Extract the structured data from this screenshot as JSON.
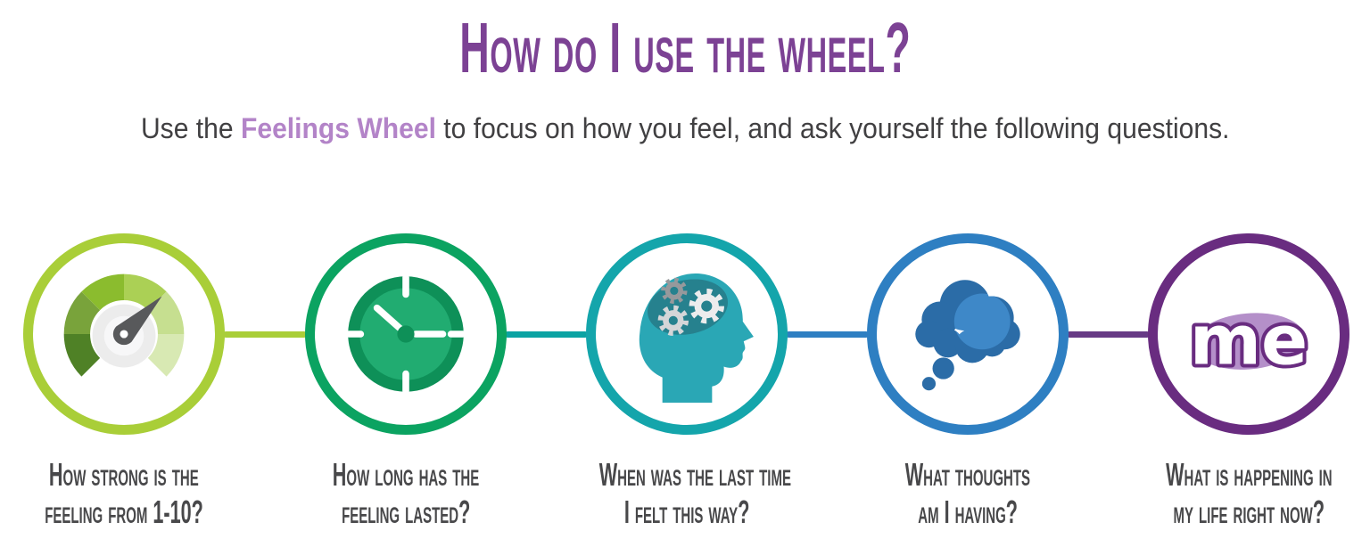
{
  "page": {
    "background": "#ffffff"
  },
  "title": {
    "text": "How do I use the wheel?",
    "color": "#7c4294"
  },
  "subtitle": {
    "prefix": "Use the ",
    "highlight": "Feelings Wheel",
    "suffix": " to focus on how you feel, and ask yourself the following questions.",
    "color": "#414042",
    "highlight_color": "#b384c8"
  },
  "caption_color": "#48484a",
  "steps": [
    {
      "name": "intensity-gauge",
      "icon": "gauge-icon",
      "ring_color": "#a9ce38",
      "lines": [
        "How strong is the",
        "feeling from 1-10?"
      ]
    },
    {
      "name": "duration-clock",
      "icon": "clock-icon",
      "ring_color": "#0ba361",
      "lines": [
        "How long has the",
        "feeling lasted?"
      ]
    },
    {
      "name": "memory-head-gears",
      "icon": "head-gears-icon",
      "ring_color": "#14a5ab",
      "lines": [
        "When was the last time",
        "I felt this way?"
      ]
    },
    {
      "name": "thoughts-bubble",
      "icon": "thought-bubble-icon",
      "ring_color": "#2e7fc2",
      "lines": [
        "What thoughts",
        "am I having?"
      ]
    },
    {
      "name": "me-context",
      "icon": "me-icon",
      "ring_color": "#692c80",
      "lines": [
        "What is happening in",
        "my life right now?"
      ]
    }
  ],
  "connectors": [
    {
      "color": "#a9ce38"
    },
    {
      "color": "#0ba3a3"
    },
    {
      "color": "#2e7fc2"
    },
    {
      "color": "#673a85"
    }
  ],
  "me_label": "me",
  "icon_colors": {
    "gauge_segments": [
      "#4f8126",
      "#79a33b",
      "#8bbc2e",
      "#abd055",
      "#c6df90",
      "#d8e9b3"
    ],
    "gauge_needle": "#58595b",
    "clock_outer": "#0e9058",
    "clock_face": "#21ac71",
    "head": "#2aa7b5",
    "brain": "#26818e",
    "gears": [
      "#97999c",
      "#ececed",
      "#d5d6d8"
    ],
    "bubble_dark": "#2b6ca7",
    "bubble_light": "#3e88c8",
    "me_blob": "#b48fc9",
    "me_outline": "#692c80"
  }
}
